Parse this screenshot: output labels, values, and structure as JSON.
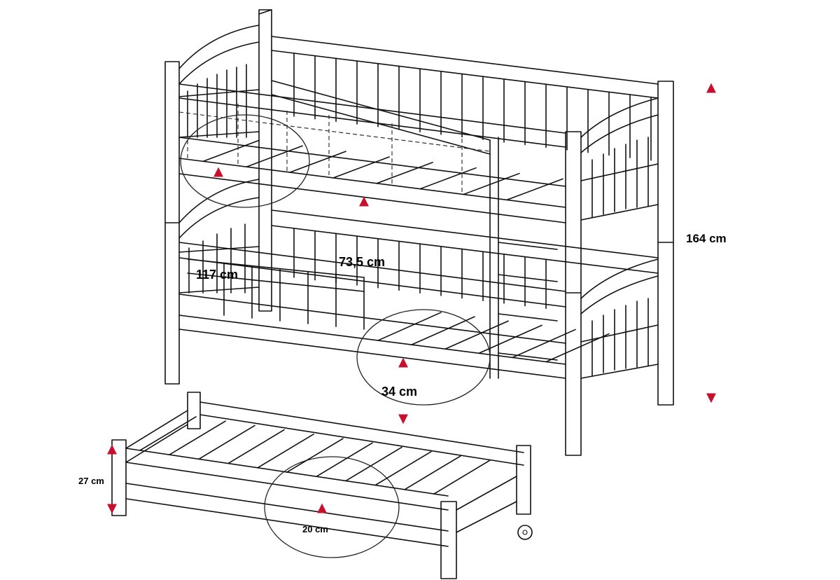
{
  "colors": {
    "line": "#111111",
    "dimension": "#c8102e",
    "background": "#ffffff"
  },
  "dimensions": {
    "total_height": "164 cm",
    "bed_clearance": "117 cm",
    "rail_gap": "73,5 cm",
    "rail_height": "34 cm",
    "trundle_height": "27 cm",
    "trundle_clearance": "20 cm"
  }
}
